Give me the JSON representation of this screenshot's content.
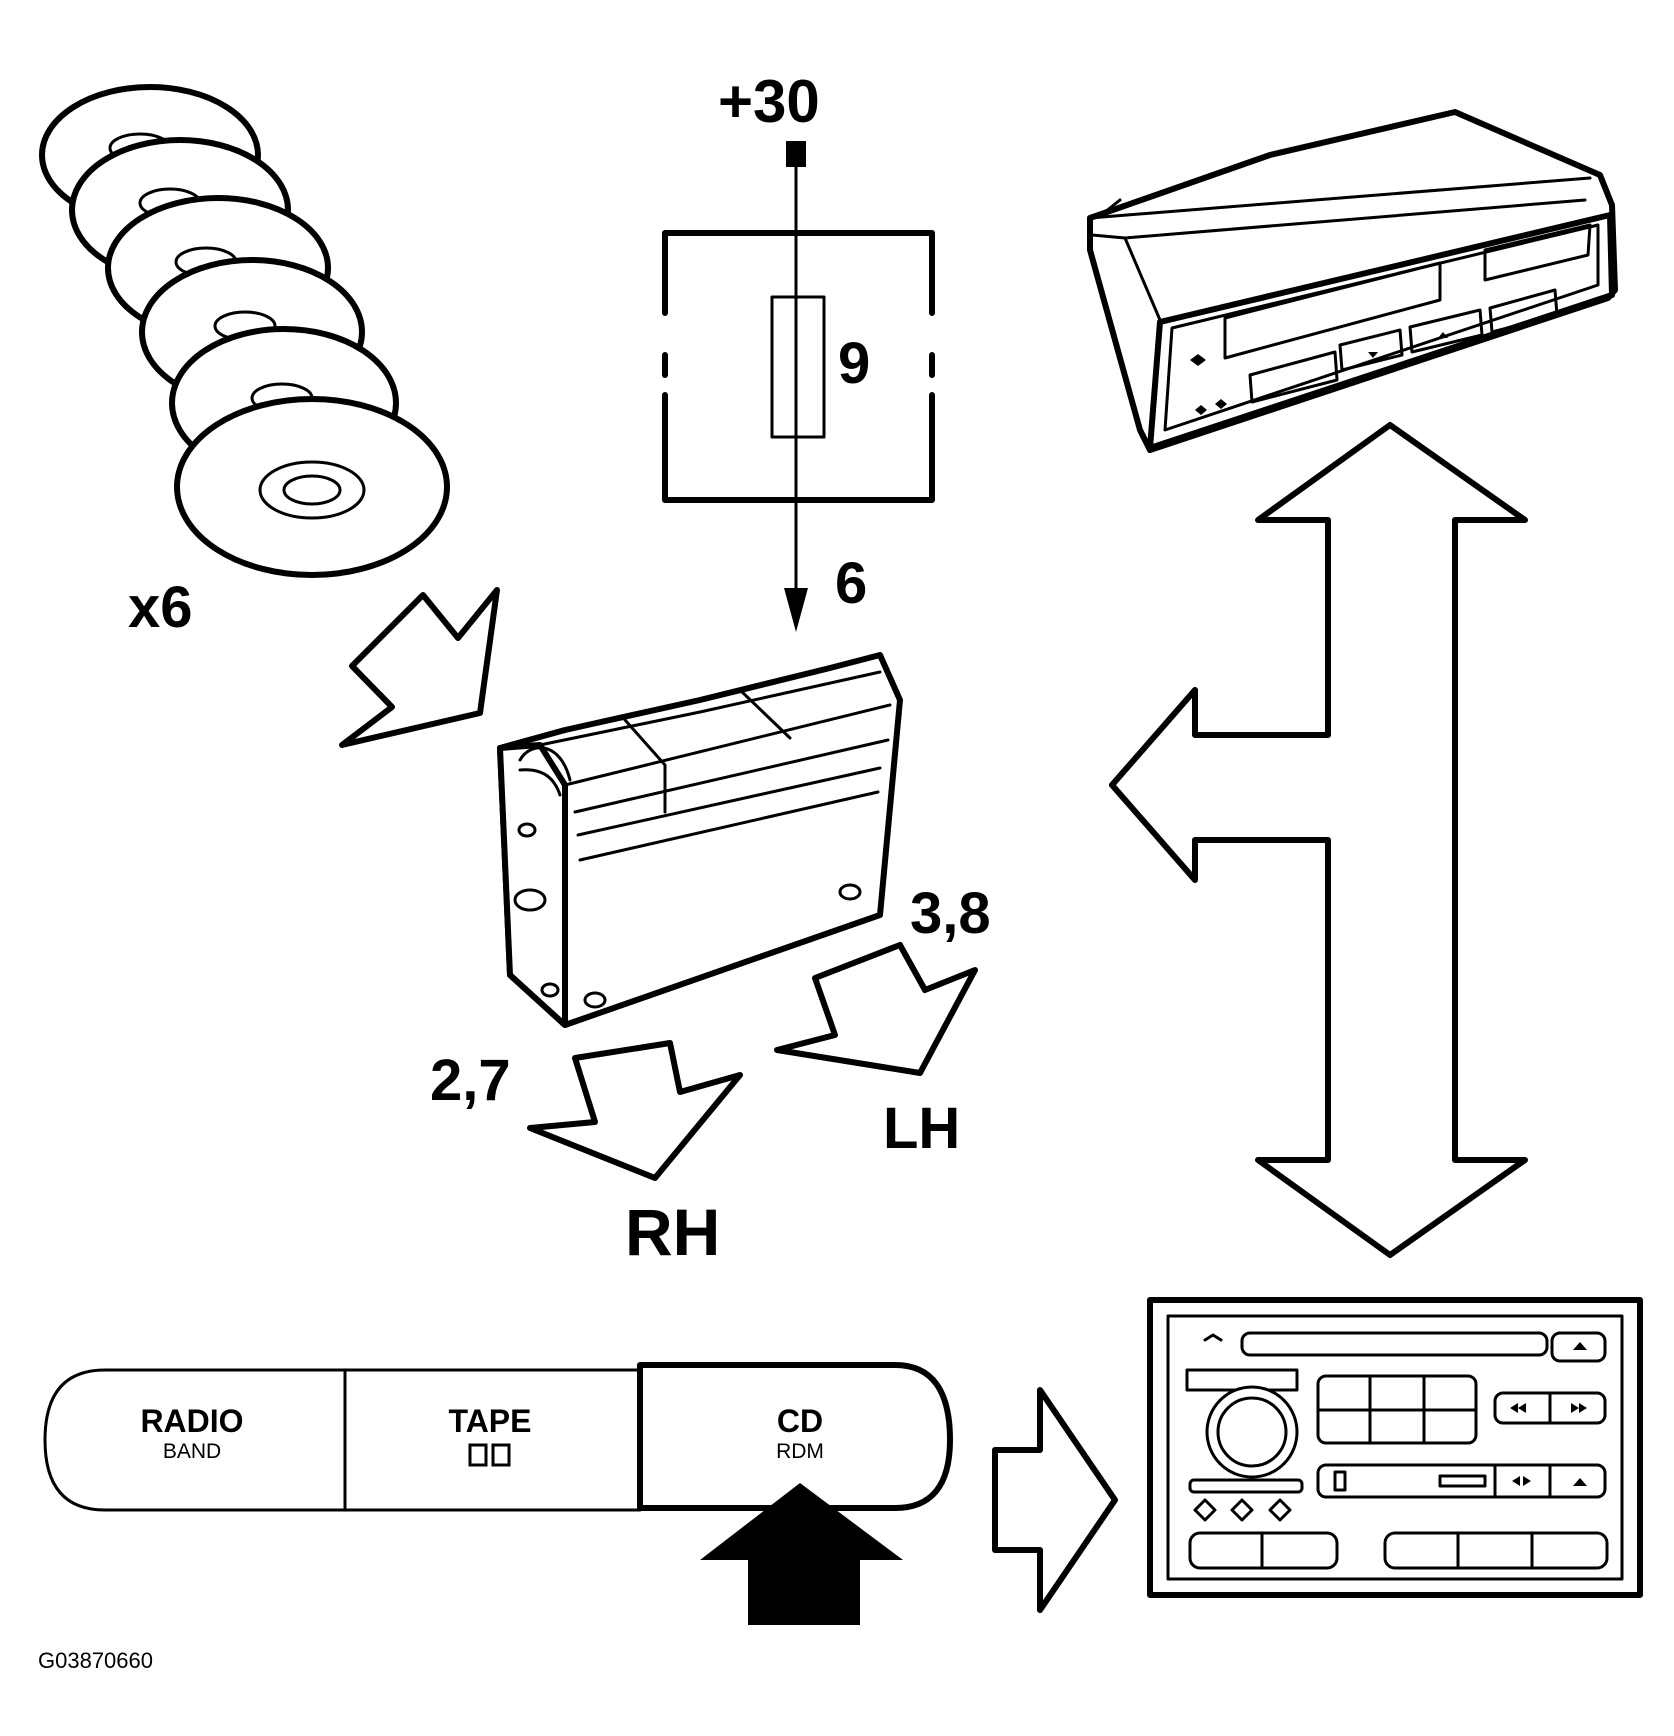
{
  "labels": {
    "supply": "+30",
    "fuse": "9",
    "pin_power": "6",
    "disc_count": "x6",
    "pins_left": "3,8",
    "pins_right": "2,7",
    "left_side": "LH",
    "right_side": "RH",
    "figure_code": "G03870660"
  },
  "source_buttons": [
    {
      "label": "RADIO",
      "sublabel": "BAND"
    },
    {
      "label": "TAPE",
      "sublabel": ""
    },
    {
      "label": "CD",
      "sublabel": "RDM"
    }
  ],
  "selected_button": "CD"
}
